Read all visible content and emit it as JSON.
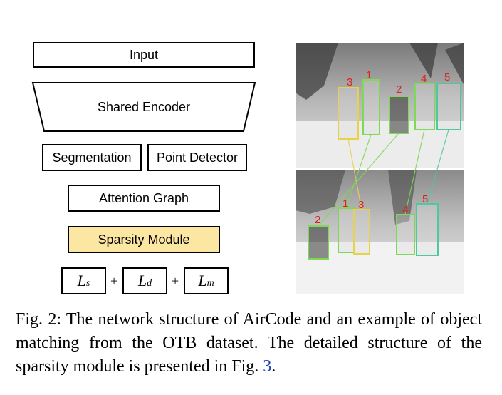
{
  "diagram": {
    "input": "Input",
    "encoder": "Shared Encoder",
    "segmentation": "Segmentation",
    "point_detector": "Point Detector",
    "attention_graph": "Attention Graph",
    "sparsity_module": "Sparsity Module",
    "losses": [
      {
        "symbol": "L",
        "sub": "s"
      },
      {
        "symbol": "L",
        "sub": "d"
      },
      {
        "symbol": "L",
        "sub": "m"
      }
    ],
    "plus": "+",
    "colors": {
      "sparsity_fill": "#fbe6a2",
      "border": "#000000"
    }
  },
  "figure": {
    "labels_top": [
      "1",
      "2",
      "3",
      "4",
      "5"
    ],
    "labels_bottom": [
      "1",
      "2",
      "3",
      "4",
      "5"
    ],
    "colors": {
      "box_yellow": "#e8d24a",
      "box_green": "#7ed957",
      "box_teal": "#4fc8a0",
      "number_red": "#e02020"
    }
  },
  "caption": {
    "text": "Fig. 2: The network structure of AirCode and an example of object matching from the OTB dataset. The detailed structure of the sparsity module is presented in Fig. ",
    "ref": "3",
    "end": "."
  }
}
